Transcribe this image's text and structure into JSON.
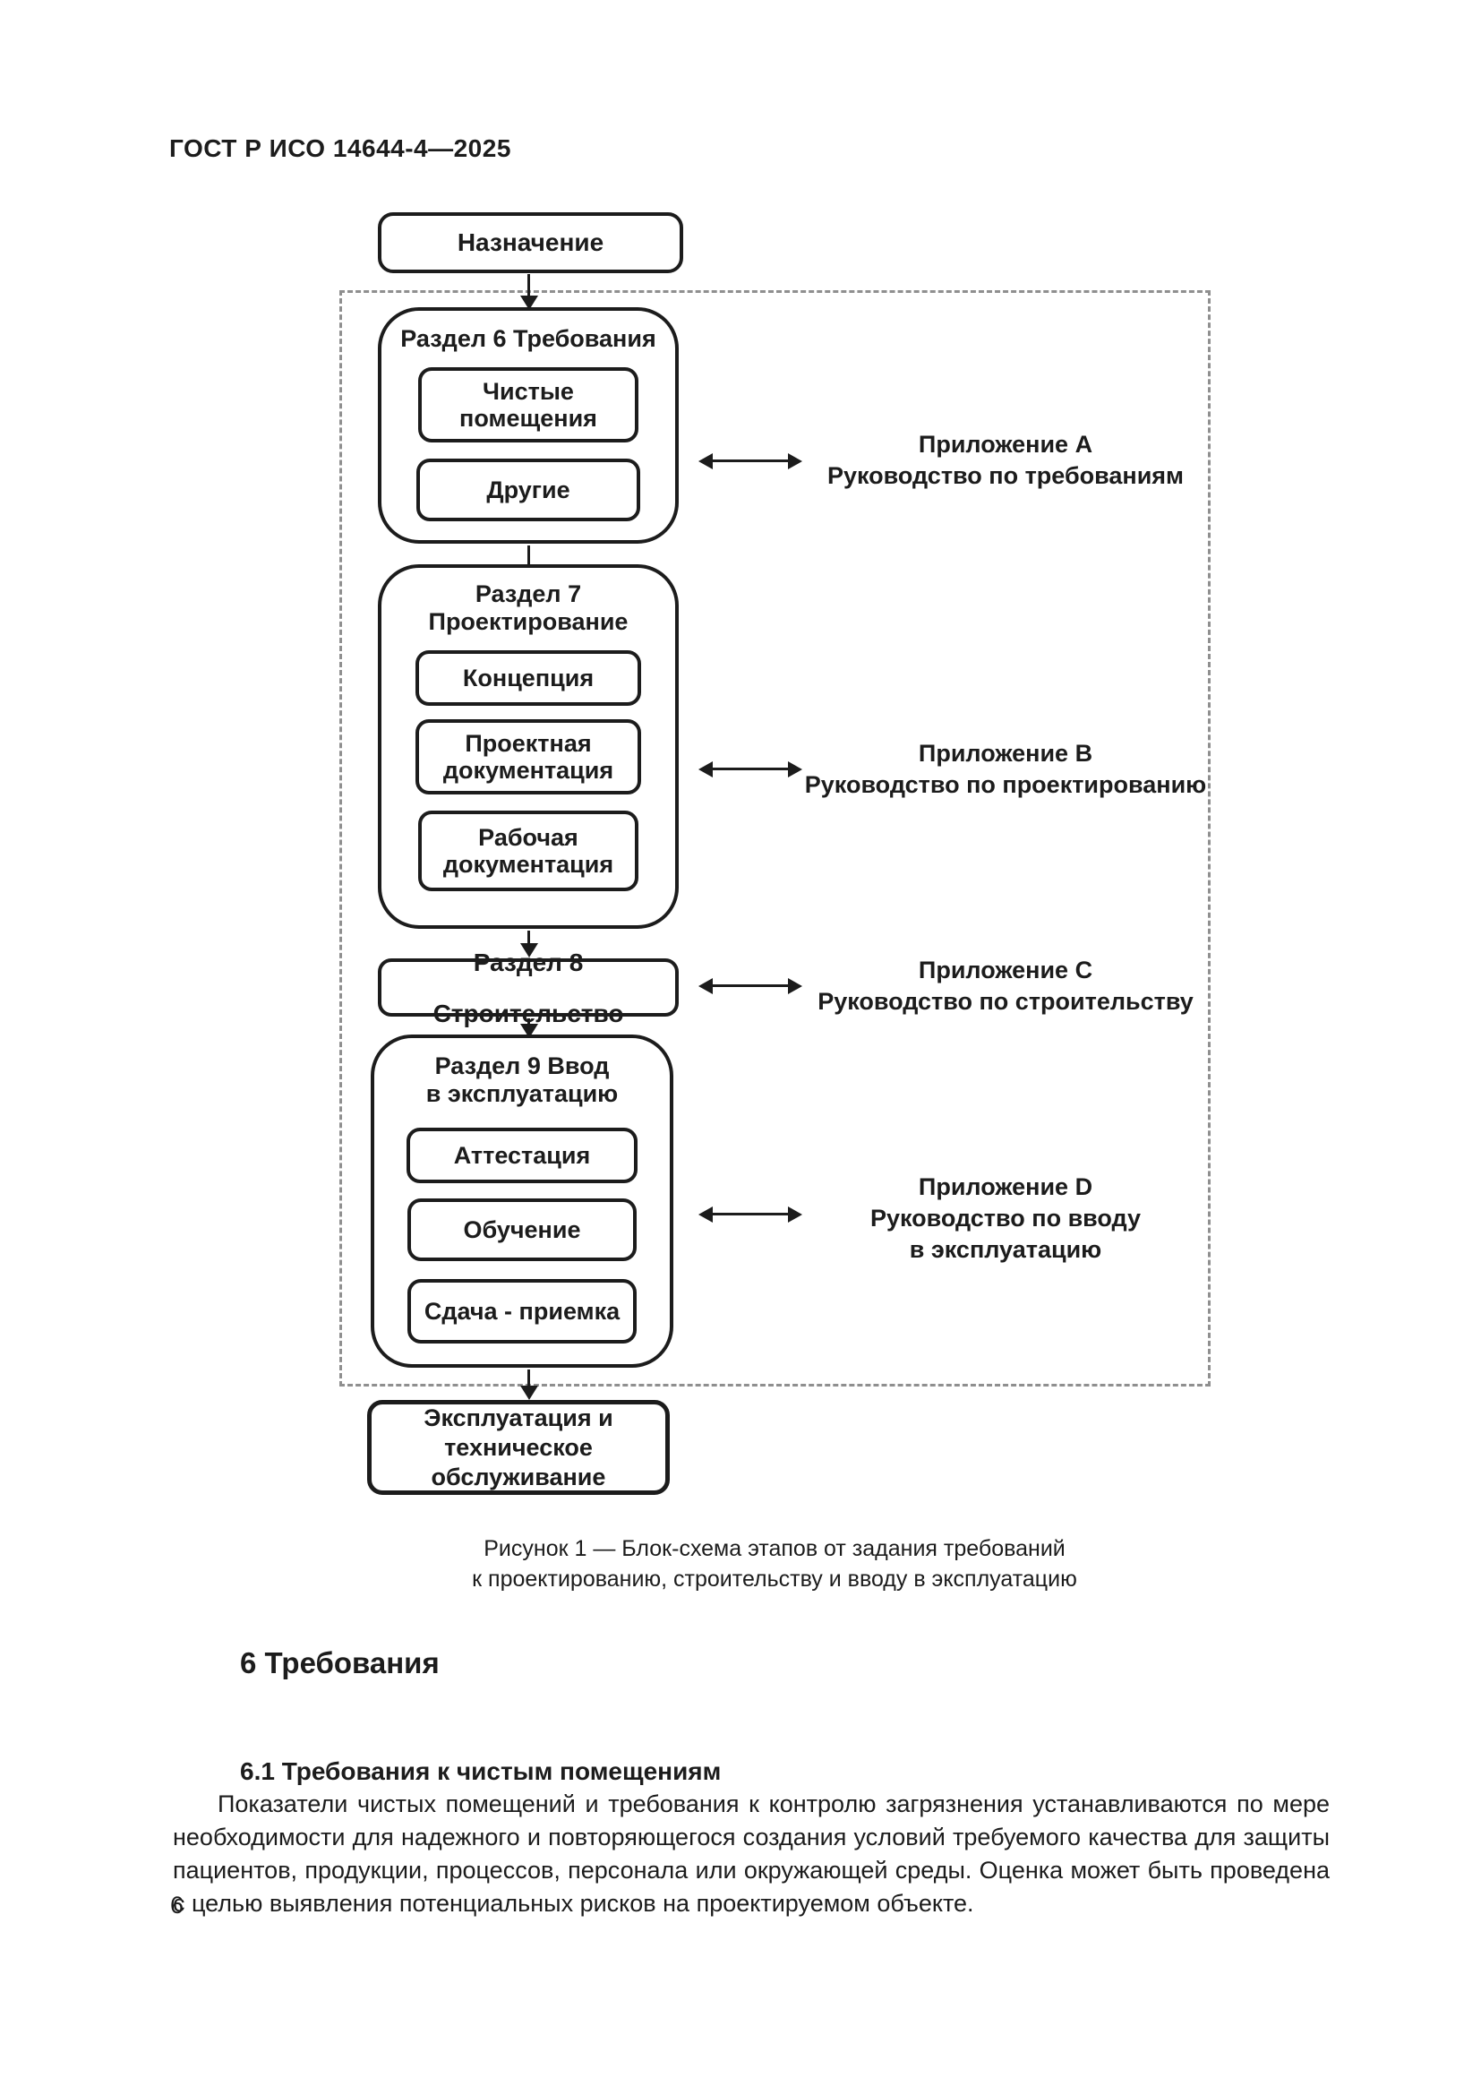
{
  "header": {
    "title": "ГОСТ Р ИСО 14644-4—2025"
  },
  "flowchart": {
    "start": "Назначение",
    "section6": {
      "title": "Раздел 6 Требования",
      "box1": "Чистые\nпомещения",
      "box2": "Другие"
    },
    "annexA": "Приложение A\nРуководство по требованиям",
    "section7": {
      "title": "Раздел 7\nПроектирование",
      "box1": "Концепция",
      "box2": "Проектная\nдокументация",
      "box3": "Рабочая\nдокументация"
    },
    "annexB": "Приложение B\nРуководство по проектированию",
    "section8": {
      "title": "Раздел 8 Строительство"
    },
    "annexC": "Приложение C\nРуководство по строительству",
    "section9": {
      "title": "Раздел 9 Ввод\nв эксплуатацию",
      "box1": "Аттестация",
      "box2": "Обучение",
      "box3": "Сдача - приемка"
    },
    "annexD": "Приложение D\nРуководство по вводу\nв эксплуатацию",
    "end": "Эксплуатация и\nтехническое\nобслуживание"
  },
  "figure": {
    "caption": "Рисунок 1 — Блок-схема этапов от задания требований\nк проектированию, строительству и вводу в эксплуатацию"
  },
  "content": {
    "heading": "6 Требования",
    "subheading": "6.1 Требования к чистым помещениям",
    "paragraph": "Показатели чистых помещений и требования к контролю загрязнения устанавливаются по мере необходимости для надежного и повторяющегося создания условий требуемого качества для защиты пациентов, продукции, процессов, персонала или окружающей среды. Оценка может быть проведена с целью выявления потенциальных рисков на проектируемом объекте."
  },
  "footer": {
    "page_number": "6"
  },
  "colors": {
    "ink": "#1c1c1c",
    "dashed_frame": "#8f8f8f",
    "background": "#ffffff"
  }
}
